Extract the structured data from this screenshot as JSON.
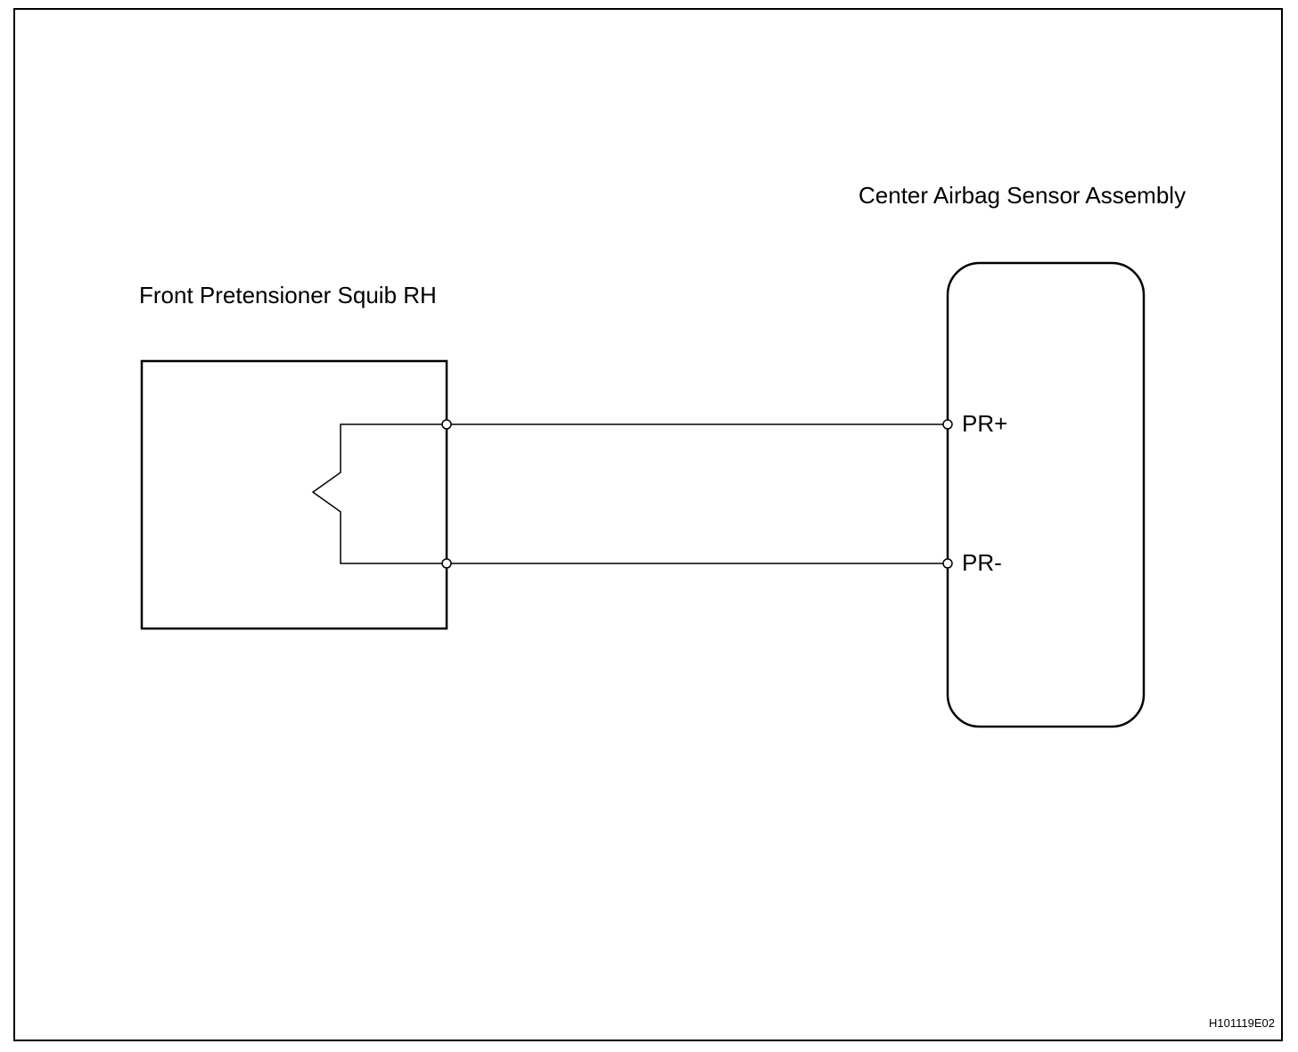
{
  "components": {
    "squib": {
      "label": "Front Pretensioner Squib RH"
    },
    "sensor": {
      "label": "Center Airbag Sensor Assembly",
      "pins": [
        "PR+",
        "PR-"
      ]
    }
  },
  "figure_code": "H101119E02",
  "colors": {
    "line": "#000000",
    "background": "#ffffff"
  }
}
